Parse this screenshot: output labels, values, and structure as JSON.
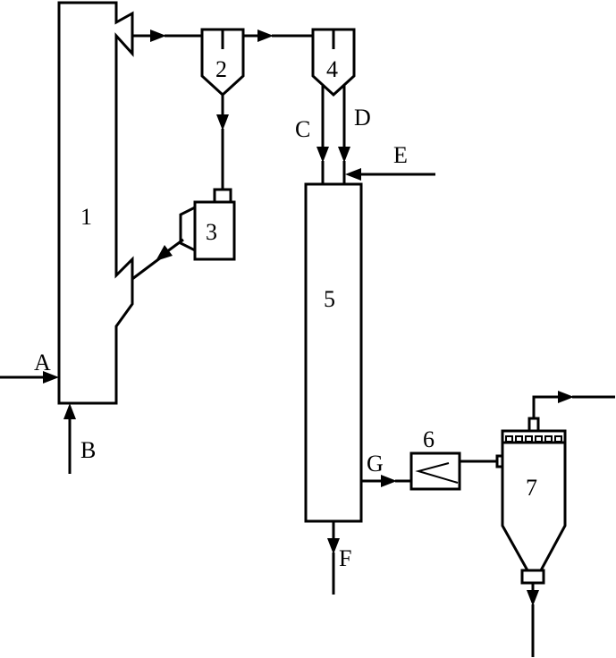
{
  "units": [
    {
      "id": "unit-1",
      "label": "1"
    },
    {
      "id": "unit-2",
      "label": "2"
    },
    {
      "id": "unit-3",
      "label": "3"
    },
    {
      "id": "unit-4",
      "label": "4"
    },
    {
      "id": "unit-5",
      "label": "5"
    },
    {
      "id": "unit-6",
      "label": "6"
    },
    {
      "id": "unit-7",
      "label": "7"
    }
  ],
  "streams": [
    {
      "id": "A",
      "label": "A"
    },
    {
      "id": "B",
      "label": "B"
    },
    {
      "id": "C",
      "label": "C"
    },
    {
      "id": "D",
      "label": "D"
    },
    {
      "id": "E",
      "label": "E"
    },
    {
      "id": "F",
      "label": "F"
    },
    {
      "id": "G",
      "label": "G"
    }
  ],
  "colors": {
    "line": "#000000",
    "background": "#ffffff"
  }
}
